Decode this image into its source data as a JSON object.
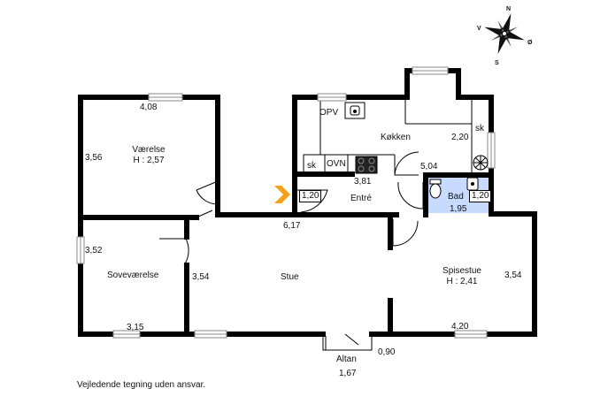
{
  "compass": {
    "north": "N",
    "south": "S",
    "west": "V",
    "east": "Ø"
  },
  "rooms": {
    "vaerelse": {
      "name": "Værelse",
      "height": "H : 2,57"
    },
    "sovevaerelse": {
      "name": "Soveværelse"
    },
    "stue": {
      "name": "Stue"
    },
    "spisestue": {
      "name": "Spisestue",
      "height": "H : 2,41"
    },
    "koekken": {
      "name": "Køkken"
    },
    "entre": {
      "name": "Entré"
    },
    "bad": {
      "name": "Bad"
    },
    "altan": {
      "name": "Altan"
    }
  },
  "fixtures": {
    "opv": "OPV",
    "ovn": "OVN",
    "sk_kitchen": "sk",
    "sk_entre": "sk"
  },
  "dimensions": {
    "vaerelse_width": "4,08",
    "vaerelse_depth": "3,56",
    "sove_depth": "3,52",
    "sove_width": "3,15",
    "stue_depth": "3,54",
    "stue_width": "6,17",
    "entre_width": "3,81",
    "entre_depth": "1,20",
    "koekken_depth": "2,20",
    "koekken_width": "5,04",
    "bad_depth": "1,20",
    "bad_width": "1,95",
    "spise_depth": "3,54",
    "spise_width": "4,20",
    "altan_depth": "0,90",
    "altan_width": "1,67"
  },
  "colors": {
    "wall": "#000000",
    "bathroom_fill": "#c6dbff",
    "entrance_arrow": "#f5a11c",
    "window": "#9a9a9a"
  },
  "disclaimer": "Vejledende tegning uden ansvar."
}
